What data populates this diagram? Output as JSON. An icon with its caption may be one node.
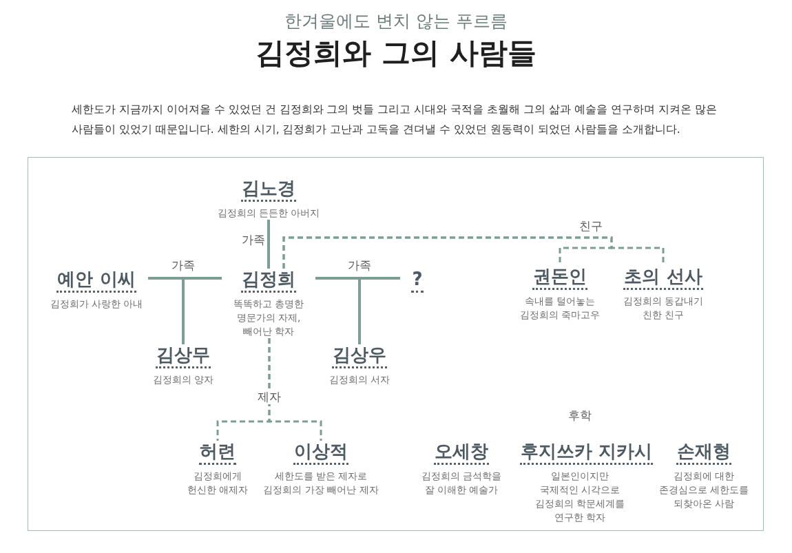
{
  "diagram": {
    "title": "김정희와 그의 사람들",
    "nodes": [
      {
        "text": [
          "김노경",
          "김정희의 든든한 아버지"
        ]
      },
      {
        "text": [
          "예안 이씨",
          "김정희가 사랑한 아내"
        ]
      },
      {
        "text": [
          "김정희",
          "똑똑하고 총명한 명문가의 자제, 빼어난 학자"
        ]
      },
      {
        "text": [
          "?"
        ]
      },
      {
        "text": [
          "권돈인",
          "속내를 털어놓는 김정희의 죽마고우"
        ]
      },
      {
        "text": [
          "초의 선사",
          "김정희의 동갑내기 친한 친구"
        ]
      },
      {
        "text": [
          "김상무",
          "김정희의 양자"
        ]
      },
      {
        "text": [
          "김상우",
          "김정희의 서자"
        ]
      },
      {
        "text": [
          "허련",
          "김정희에게 헌신한 애제자"
        ]
      },
      {
        "text": [
          "이상적",
          "세한도를 받은 제자로 김정희의 가장 빼어난 제자"
        ]
      },
      {
        "text": [
          "오세창",
          "김정희의 금석학을 잘 이해한 예술가"
        ]
      },
      {
        "text": [
          "후지쓰카 지카시",
          "일본인이지만 국제적인 시각으로 김정희의 학문세계를 연구한 학자"
        ]
      },
      {
        "text": [
          "손재형",
          "김정희에 대한 존경심으로 세한도를 되찾아온 사람"
        ]
      }
    ],
    "edges": [
      {
        "from": 0,
        "to": 2,
        "arrow": "none",
        "label": "가족"
      },
      {
        "from": 1,
        "to": 6,
        "arrow": "none",
        "label": "가족"
      },
      {
        "from": 2,
        "to": 6,
        "arrow": "none"
      },
      {
        "from": 2,
        "to": 7,
        "arrow": "none",
        "label": "가족"
      },
      {
        "from": 3,
        "to": 7,
        "arrow": "none"
      },
      {
        "from": 2,
        "to": 4,
        "arrow": "none",
        "label": "친구",
        "style": "dashed"
      },
      {
        "from": 2,
        "to": 5,
        "arrow": "none",
        "style": "dashed"
      },
      {
        "from": 2,
        "to": 8,
        "arrow": "none",
        "label": "제자",
        "style": "dashed"
      },
      {
        "from": 2,
        "to": 9,
        "arrow": "none",
        "style": "dashed"
      }
    ],
    "labels": [
      "한겨울에도 변치 않는 푸르름",
      "세한도가 지금까지 이어져올 수 있었던 건 김정희와 그의 벗들 그리고 시대와 국적을 초월해 그의 삶과 예술을 연구하며 지켜온 많은 사람들이 있었기 때문입니다. 세한의 시기, 김정희가 고난과 고독을 견뎌낼 수 있었던 원동력이 되었던 사람들을 소개합니다.",
      "후학"
    ]
  }
}
